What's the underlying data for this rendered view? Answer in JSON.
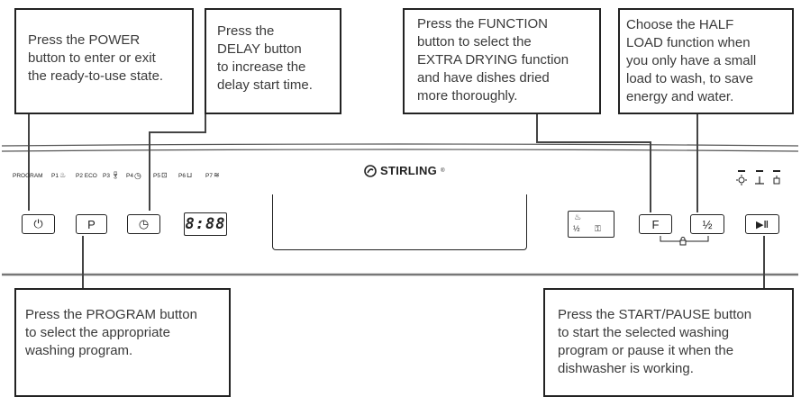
{
  "callouts": {
    "power": "Press the POWER\nbutton to enter or exit\nthe ready-to-use state.",
    "delay": "Press the\nDELAY button\nto increase the\ndelay start time.",
    "function": "Press the FUNCTION\nbutton to select the\nEXTRA DRYING function\nand have dishes dried\nmore thoroughly.",
    "half_load": "Choose the HALF\nLOAD function when\nyou only have a small\nload to wash, to save\nenergy and water.",
    "program": "Press the PROGRAM button\nto select the appropriate\nwashing program.",
    "start_pause": "Press the START/PAUSE  button\nto start the selected washing\nprogram or pause it when the\ndishwasher is working."
  },
  "panel": {
    "program_label": "PROGRAM",
    "programs": [
      "P1",
      "P2 ECO",
      "P3",
      "P4",
      "P5",
      "P6",
      "P7"
    ],
    "brand": "STIRLING",
    "brand_mark": "®",
    "display_digits": "8:88",
    "indicator_half": "½",
    "buttons": {
      "power": "⏻",
      "program": "P",
      "delay": "◷",
      "function": "F",
      "half_load": "½",
      "start_pause": "▶‖"
    }
  }
}
